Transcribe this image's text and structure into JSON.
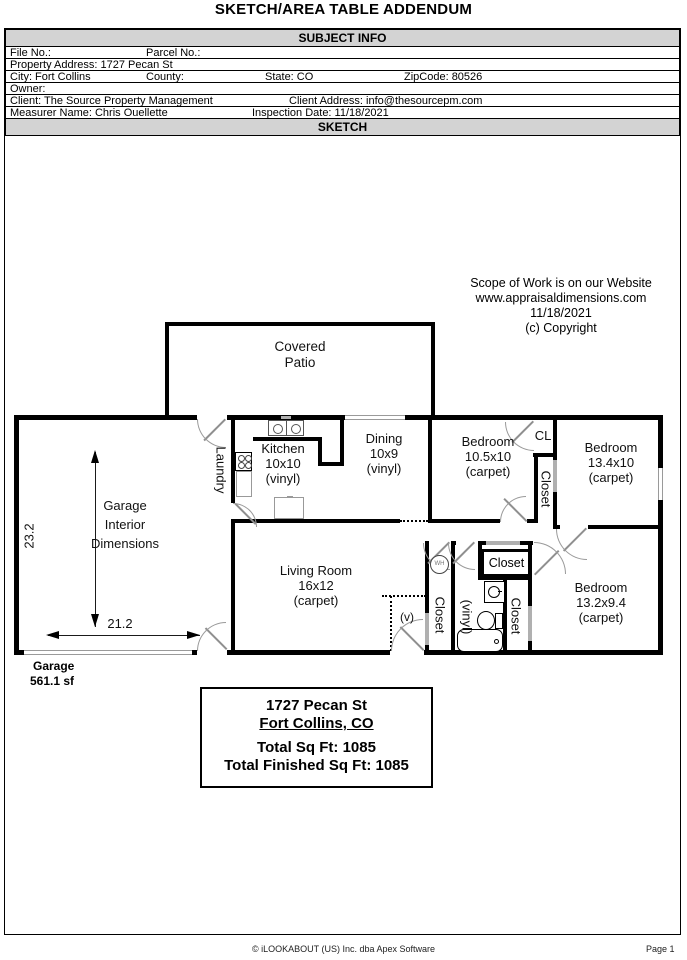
{
  "title": "SKETCH/AREA TABLE ADDENDUM",
  "subject_info": {
    "header": "SUBJECT INFO",
    "file_no": "File No.:",
    "parcel_no": "Parcel No.:",
    "property_address": "Property Address: 1727 Pecan St",
    "city": "City: Fort Collins",
    "county": "County:",
    "state": "State: CO",
    "zip": "ZipCode: 80526",
    "owner": "Owner:",
    "client": "Client: The Source Property Management",
    "client_address": "Client Address: info@thesourcepm.com",
    "measurer": "Measurer Name: Chris Ouellette",
    "inspection_date": "Inspection Date: 11/18/2021"
  },
  "sketch": {
    "banner": "SKETCH",
    "scope": {
      "l1": "Scope of Work is on our Website",
      "l2": "www.appraisaldimensions.com",
      "l3": "11/18/2021",
      "l4": "(c) Copyright"
    },
    "labels": {
      "patio_line1": "Covered",
      "patio_line2": "Patio",
      "laundry": "Laundry",
      "cl": "CL",
      "closet": "Closet",
      "vinyl": "(vinyl)",
      "v": "(v)",
      "wh": "WH",
      "garage_line1": "Garage",
      "garage_line2": "Interior",
      "garage_line3": "Dimensions"
    },
    "rooms": [
      {
        "name": "Kitchen",
        "size": "10x10",
        "floor": "(vinyl)"
      },
      {
        "name": "Dining",
        "size": "10x9",
        "floor": "(vinyl)"
      },
      {
        "name": "Bedroom",
        "size": "10.5x10",
        "floor": "(carpet)"
      },
      {
        "name": "Bedroom",
        "size": "13.4x10",
        "floor": "(carpet)"
      },
      {
        "name": "Bedroom",
        "size": "13.2x9.4",
        "floor": "(carpet)"
      },
      {
        "name": "Living Room",
        "size": "16x12",
        "floor": "(carpet)"
      }
    ],
    "dimensions": {
      "garage_depth": "23.2",
      "garage_width": "21.2"
    },
    "garage_area": {
      "label": "Garage",
      "sqft": "561.1 sf"
    },
    "summary": {
      "address": "1727 Pecan St",
      "city": "Fort Collins, CO",
      "total": "Total Sq Ft: 1085",
      "finished": "Total Finished Sq Ft: 1085"
    },
    "colors": {
      "wall": "#000000",
      "window_gray": "#b0b0b0",
      "banner_gray": "#d3d3d3"
    }
  },
  "footer": {
    "copyright": "© iLOOKABOUT (US) Inc. dba Apex Software",
    "page": "Page 1"
  }
}
